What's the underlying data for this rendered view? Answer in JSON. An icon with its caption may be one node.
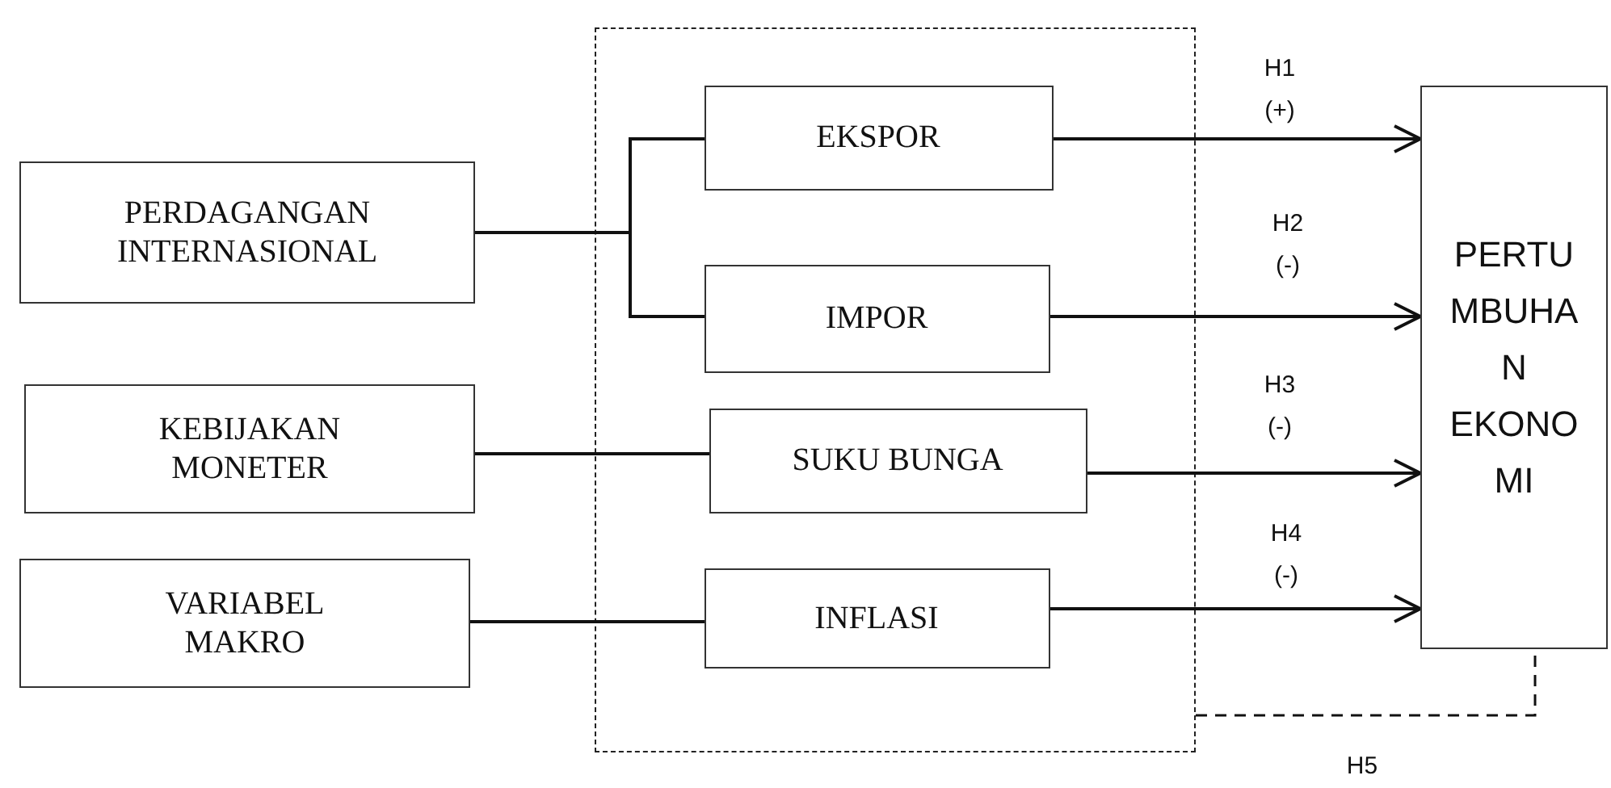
{
  "diagram": {
    "nodes": [
      {
        "text": [],
        "shape": "box"
      },
      {
        "text": [
          "PERDAGANGAN INTERNASIONAL"
        ]
      },
      {
        "text": [
          "EKSPOR"
        ],
        "in": 0
      },
      {
        "text": [
          "IMPOR"
        ],
        "in": 0
      },
      {
        "text": [
          "KEBIJAKAN MONETER"
        ]
      },
      {
        "text": [
          "SUKU BUNGA"
        ],
        "in": 0
      },
      {
        "text": [
          "VARIABEL MAKRO"
        ]
      },
      {
        "text": [
          "INFLASI"
        ],
        "in": 0
      },
      {
        "text": [
          "PERTU MBUHA N EKONO MI"
        ]
      }
    ],
    "edges": [
      {
        "from": 1,
        "to": 2,
        "arrow": "none"
      },
      {
        "from": 1,
        "to": 3,
        "arrow": "none"
      },
      {
        "from": 4,
        "to": 5,
        "arrow": "none"
      },
      {
        "from": 6,
        "to": 7,
        "arrow": "none"
      },
      {
        "from": 2,
        "to": 8,
        "arrow": "to",
        "label": "H1 (+)"
      },
      {
        "from": 3,
        "to": 8,
        "arrow": "to",
        "label": "H2 (-)"
      },
      {
        "from": 5,
        "to": 8,
        "arrow": "to",
        "label": "H3 (-)"
      },
      {
        "from": 7,
        "to": 8,
        "arrow": "to",
        "label": "H4 (-)"
      },
      {
        "from": 0,
        "to": 8,
        "arrow": "none",
        "style": "dashed",
        "label": "H5"
      }
    ]
  }
}
